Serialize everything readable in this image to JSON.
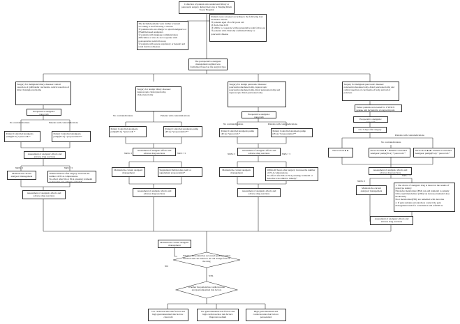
{
  "top": {
    "collection": "Collection of patients who underwent biliary or pancreatic surgery during their stay at Nanjing Drum Tower Hospital",
    "inclusion": "Patients were screened according to the following four inclusion criteria.\n① patients aged 18 to 80 years old\n② ASA class I-III\n③ ability to cooperate with postoperative pain follow-up\n④ patients with clinically confirmed biliary or pancreatic disease",
    "exclusion": "The included patients were further screened according to the following 5 criteria.\n① patients who are allergic to opioid analgesics or NSAIDs-based analgesics\n② patients with language communication difficulties or who do not cooperate with postoperative pain follow-up\n③ patients with severe respiratory or hepatic and renal function diseases",
    "regimen": "The postoperative analgesic management regimen was formulated based on the surgical type"
  },
  "branches": [
    {
      "surgery": "Surgery for malignant biliary diseases: radical resection of gallbladder carcinoma, radical resection of hilar cholangiocarcinoma",
      "preop": "Preoperative analgesia: parecoxib",
      "no_contra": "No contraindications",
      "with_contra": "Patients with contraindications",
      "pca_a": "Patient Controlled Analgesia pump(PCA) +parecoxib *",
      "pca_b": "Patient Controlled Analgesia pump(PCA) +propacetamol**",
      "assess": "Assessment of analgesic effects and adverse drug reactions",
      "nrs_le": "NRS≤ 3",
      "nrs_gt": "NRS > 3",
      "maintain": "Maintain the current analgesic management",
      "within48": "Within 48 hours after surgery: increase the number of PCA compressions.\nNo effect after 6th or PCA pressing: tramadol or dezocine was added to remedy*",
      "assess2": "Assessment of analgesic effects and adverse drug reactions"
    },
    {
      "surgery": "Surgery for benign biliary diseases: laparoscopic cholecystectomy, cholecystectomy",
      "no_contra": "No contraindications",
      "with_contra": "Patients with contraindications",
      "pca_a": "Patient Controlled Analgesia pump(PCA) +parecoxib *",
      "pca_b": "Patient Controlled Analgesia pump (PCA) +propacetamol**",
      "assess": "Assessment of analgesic effects and adverse drug reactions",
      "nrs_le": "NRS≤ 3",
      "nrs_gt": "NRS > 3",
      "maintain": "Maintain the current analgesic management",
      "supplement": "Supplement flurbiprofen axetil or supplement propacetamol*",
      "assess2": "Assessment of analgesic effects and adverse drug reactions"
    },
    {
      "surgery": "Surgery for benign pancreatic diseases: pancreaticoduodenectomy, laparoscopic pancreaticoduodenectomy, distal pancreatectomy and laparoscopic distal pancreatectomy",
      "preop": "Preoperative analgesia: parecoxib",
      "no_contra": "No contraindications",
      "with_contra": "Patients with contraindications",
      "pca_a": "Patient Controlled Analgesia pump (PCA) +parecoxib *",
      "pca_b": "Patient Controlled Analgesia pump (PCA) +propacetamol**",
      "assess": "Assessment of analgesic effects and adverse drug reactions",
      "nrs_le": "NRS≤ 3",
      "nrs_gt": "NRS > 3",
      "maintain": "Maintain the current analgesic management",
      "within48": "Within 48 hours after surgery: increase the number of PCA compressions.\nNo effect after 6th or PCA pressing: tramadol or dezocine was added to remedy*",
      "assess2": "Assessment of analgesic effects and adverse drug reactions"
    },
    {
      "surgery": "Surgery for malignant pancreatic diseases: pancreaticoduodenectomy, distal pancreatectomy and radical resection of carcinoma of body and tail of pancreas",
      "tumor": "Tumor patients were tested for CYP2C9 gene▲ and included in a long-term pain management plan",
      "preop": "Preoperative analgesia: parecoxib",
      "days": "0 to 5 days after surgery",
      "with_contra": "Patients with contraindications",
      "no_contra": "No contraindications",
      "nerve1": "Nerve block▲▲",
      "nerve2": "Nerve block▲▲+ Patients Controlled Analgesic pump(PCA) + parecoxib *",
      "nerve3": "Nerve block▲▲+ Patients Controlled Analgesic pump(PCA) + parecoxib *",
      "assess": "Assessment of analgesic effects and adverse drug reactions",
      "nrs_le": "NRS≤ 3",
      "nrs_gt": "NRS > 3",
      "maintain": "Maintain the current analgesic management",
      "genotype": "1. The choice of analgesic drug is based on the results of genotype testing:\nExtensive metabolizer (EM) can add tramadol to remedy\nUltra rapid metabolizer (UM) can increase tramadol dose moderately.\nPoor metabolizer(PM): are remedied with dezocine\n2. If pain remains uncontrolled, contact the pain management team for consultation and refill PCA.",
      "assess2": "Assessment of analgesic effects and adverse drug reactions"
    }
  ],
  "bottom": {
    "maintain": "Maintain the current analgesic management",
    "decision1": "Whether the patient has recovered gastrointestinal function and can switch to an oral dosage form of the drug",
    "no": "NO",
    "yes": "YES",
    "decision2": "Whether the patient has cardiovascular and gastrointestinal risk factors",
    "out1": "low cardiovascular risk factors and high gastrointestinal risk factors : celecoxib",
    "out2": "low gastrointestinal risk factors and high cardiovascular risk factors: Ibuprofen sodium",
    "out3": "High gastrointestinal and cardiovascular risk factors: paracetamol"
  }
}
